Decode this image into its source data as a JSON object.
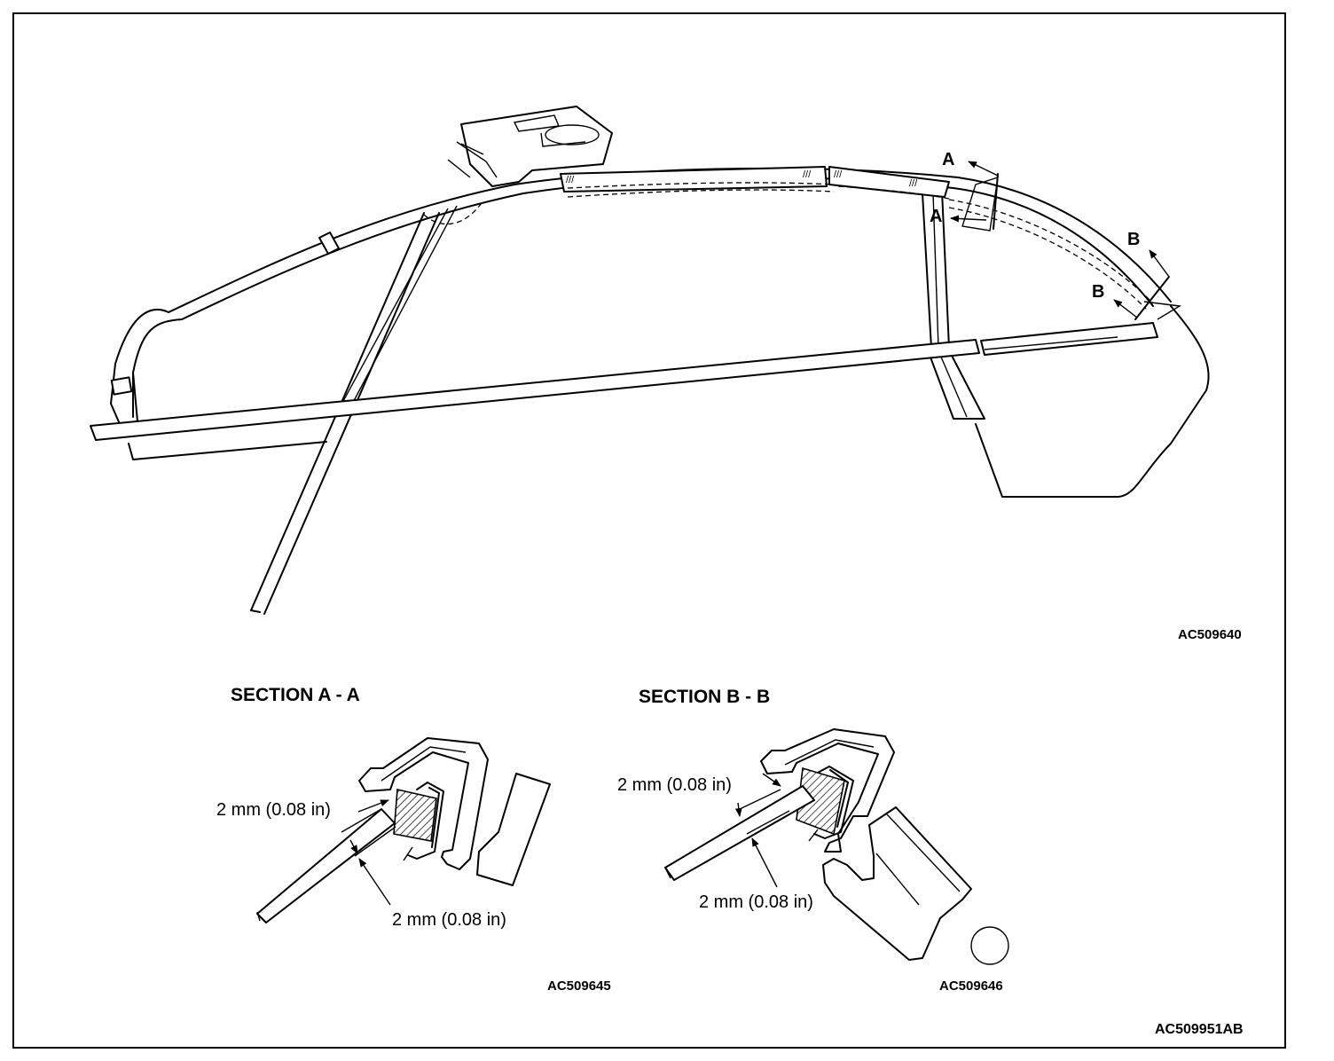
{
  "labels": {
    "arrow_a_top": "A",
    "arrow_a_bottom": "A",
    "arrow_b_top": "B",
    "arrow_b_bottom": "B",
    "main_code": "AC509640",
    "section_aa_title": "SECTION A - A",
    "section_bb_title": "SECTION B - B",
    "aa_dim_upper": "2 mm (0.08 in)",
    "aa_dim_lower": "2 mm (0.08 in)",
    "bb_dim_upper": "2 mm (0.08 in)",
    "bb_dim_lower": "2 mm (0.08 in)",
    "aa_code": "AC509645",
    "bb_code": "AC509646",
    "figure_code": "AC509951AB"
  }
}
